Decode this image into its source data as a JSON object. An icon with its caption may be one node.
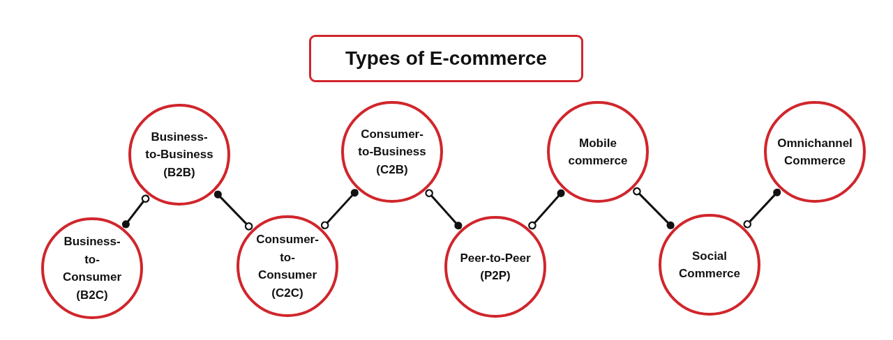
{
  "diagram": {
    "title": "Types of E-commerce",
    "nodes": [
      {
        "text": [
          "Business-to-Consumer (B2C)"
        ]
      },
      {
        "text": [
          "Business-to-Business (B2B)"
        ]
      },
      {
        "text": [
          "Consumer-to-Consumer (C2C)"
        ]
      },
      {
        "text": [
          "Consumer-to-Business (C2B)"
        ]
      },
      {
        "text": [
          "Peer-to-Peer (P2P)"
        ]
      },
      {
        "text": [
          "Mobile commerce"
        ]
      },
      {
        "text": [
          "Social Commerce"
        ]
      },
      {
        "text": [
          "Omnichannel Commerce"
        ]
      }
    ],
    "edges": [
      {
        "from": 0,
        "to": 1,
        "arrow": "other"
      },
      {
        "from": 1,
        "to": 2,
        "arrow": "other"
      },
      {
        "from": 2,
        "to": 3,
        "arrow": "other"
      },
      {
        "from": 3,
        "to": 4,
        "arrow": "other"
      },
      {
        "from": 4,
        "to": 5,
        "arrow": "other"
      },
      {
        "from": 5,
        "to": 6,
        "arrow": "other"
      },
      {
        "from": 6,
        "to": 7,
        "arrow": "other"
      }
    ]
  }
}
